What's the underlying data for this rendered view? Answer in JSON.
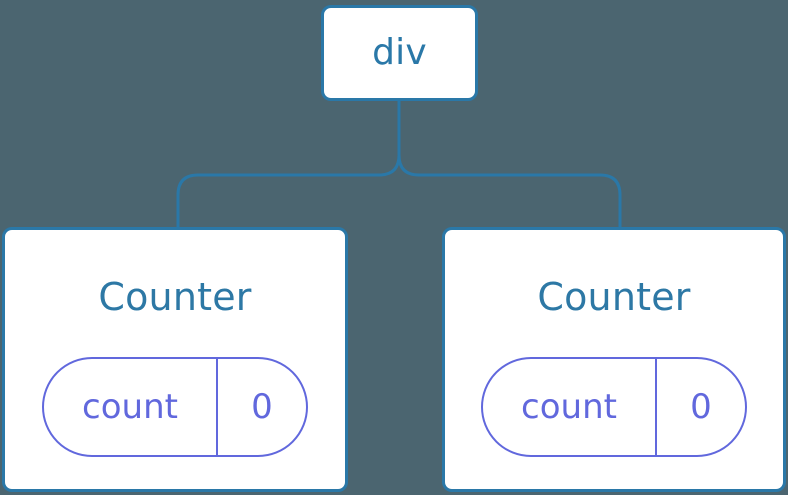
{
  "diagram": {
    "background_color": "#4b6570",
    "node_border_color": "#2a78a8",
    "node_text_color": "#2d78a5",
    "state_color": "#6168dd",
    "connector_color": "#2a78a8",
    "root": {
      "label": "div"
    },
    "children": [
      {
        "label": "Counter",
        "state": {
          "key": "count",
          "value": "0"
        }
      },
      {
        "label": "Counter",
        "state": {
          "key": "count",
          "value": "0"
        }
      }
    ]
  }
}
